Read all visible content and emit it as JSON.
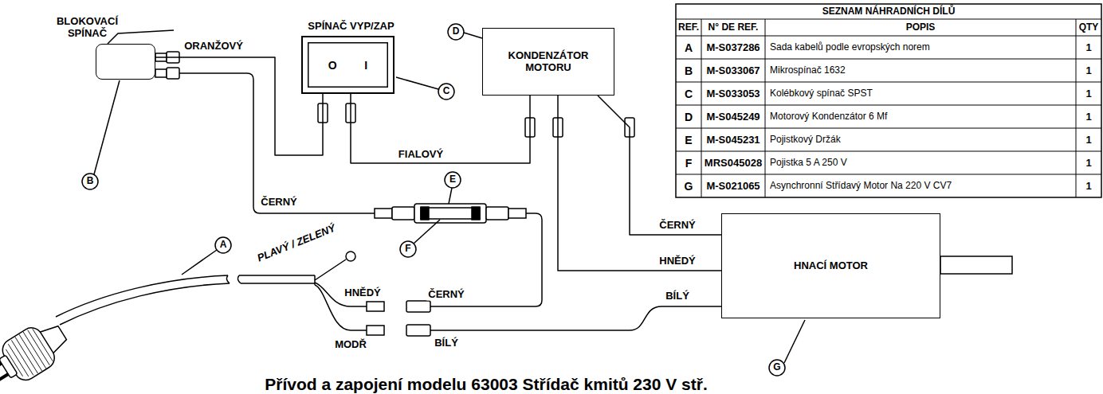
{
  "diagram": {
    "caption": "Přívod a zapojení modelu 63003 Střídač kmitů 230 V stř.",
    "nodes": [
      {
        "text": [
          "BLOKOVACÍ SPÍNAČ"
        ]
      },
      {
        "text": [
          "SPÍNAČ VYP/ZAP",
          "O",
          "I"
        ]
      },
      {
        "text": [
          "KONDENZÁTOR MOTORU"
        ]
      },
      {
        "text": [
          "HNACÍ MOTOR"
        ]
      }
    ],
    "edges": [
      {
        "from": 0,
        "to": 1,
        "arrow": "none",
        "label": "ORANŽOVÝ"
      },
      {
        "from": 1,
        "to": 2,
        "arrow": "none",
        "label": "FIALOVÝ"
      },
      {
        "from": 2,
        "to": 3,
        "arrow": "none",
        "label": "ČERNÝ"
      },
      {
        "from": 2,
        "to": 3,
        "arrow": "none",
        "label": "HNĚDÝ"
      }
    ],
    "labels": [
      "SEZNAM NÁHRADNÍCH DÍLŮ",
      "REF.",
      "N° DE REF.",
      "POPIS",
      "QTY",
      "A",
      "M-S037286",
      "Sada kabelů podle evropských norem",
      "1",
      "B",
      "M-S033067",
      "Mikrospínač 1632",
      "1",
      "C",
      "M-S033053",
      "Kolébkový spínač SPST",
      "1",
      "D",
      "M-S045249",
      "Motorový Kondenzátor 6 Mf",
      "1",
      "E",
      "M-S045231",
      "Pojistkový Držák",
      "1",
      "F",
      "MRS045028",
      "Pojistka 5 A 250 V",
      "1",
      "G",
      "M-S021065",
      "Asynchronní Střídavý Motor Na 220 V CV7",
      "1",
      "A",
      "B",
      "C",
      "D",
      "E",
      "F",
      "G",
      "ČERNÝ",
      "PLAVÝ / ZELENÝ",
      "HNĚDÝ",
      "MODŘ",
      "ČERNÝ",
      "BÍLÝ",
      "BÍLÝ"
    ]
  }
}
